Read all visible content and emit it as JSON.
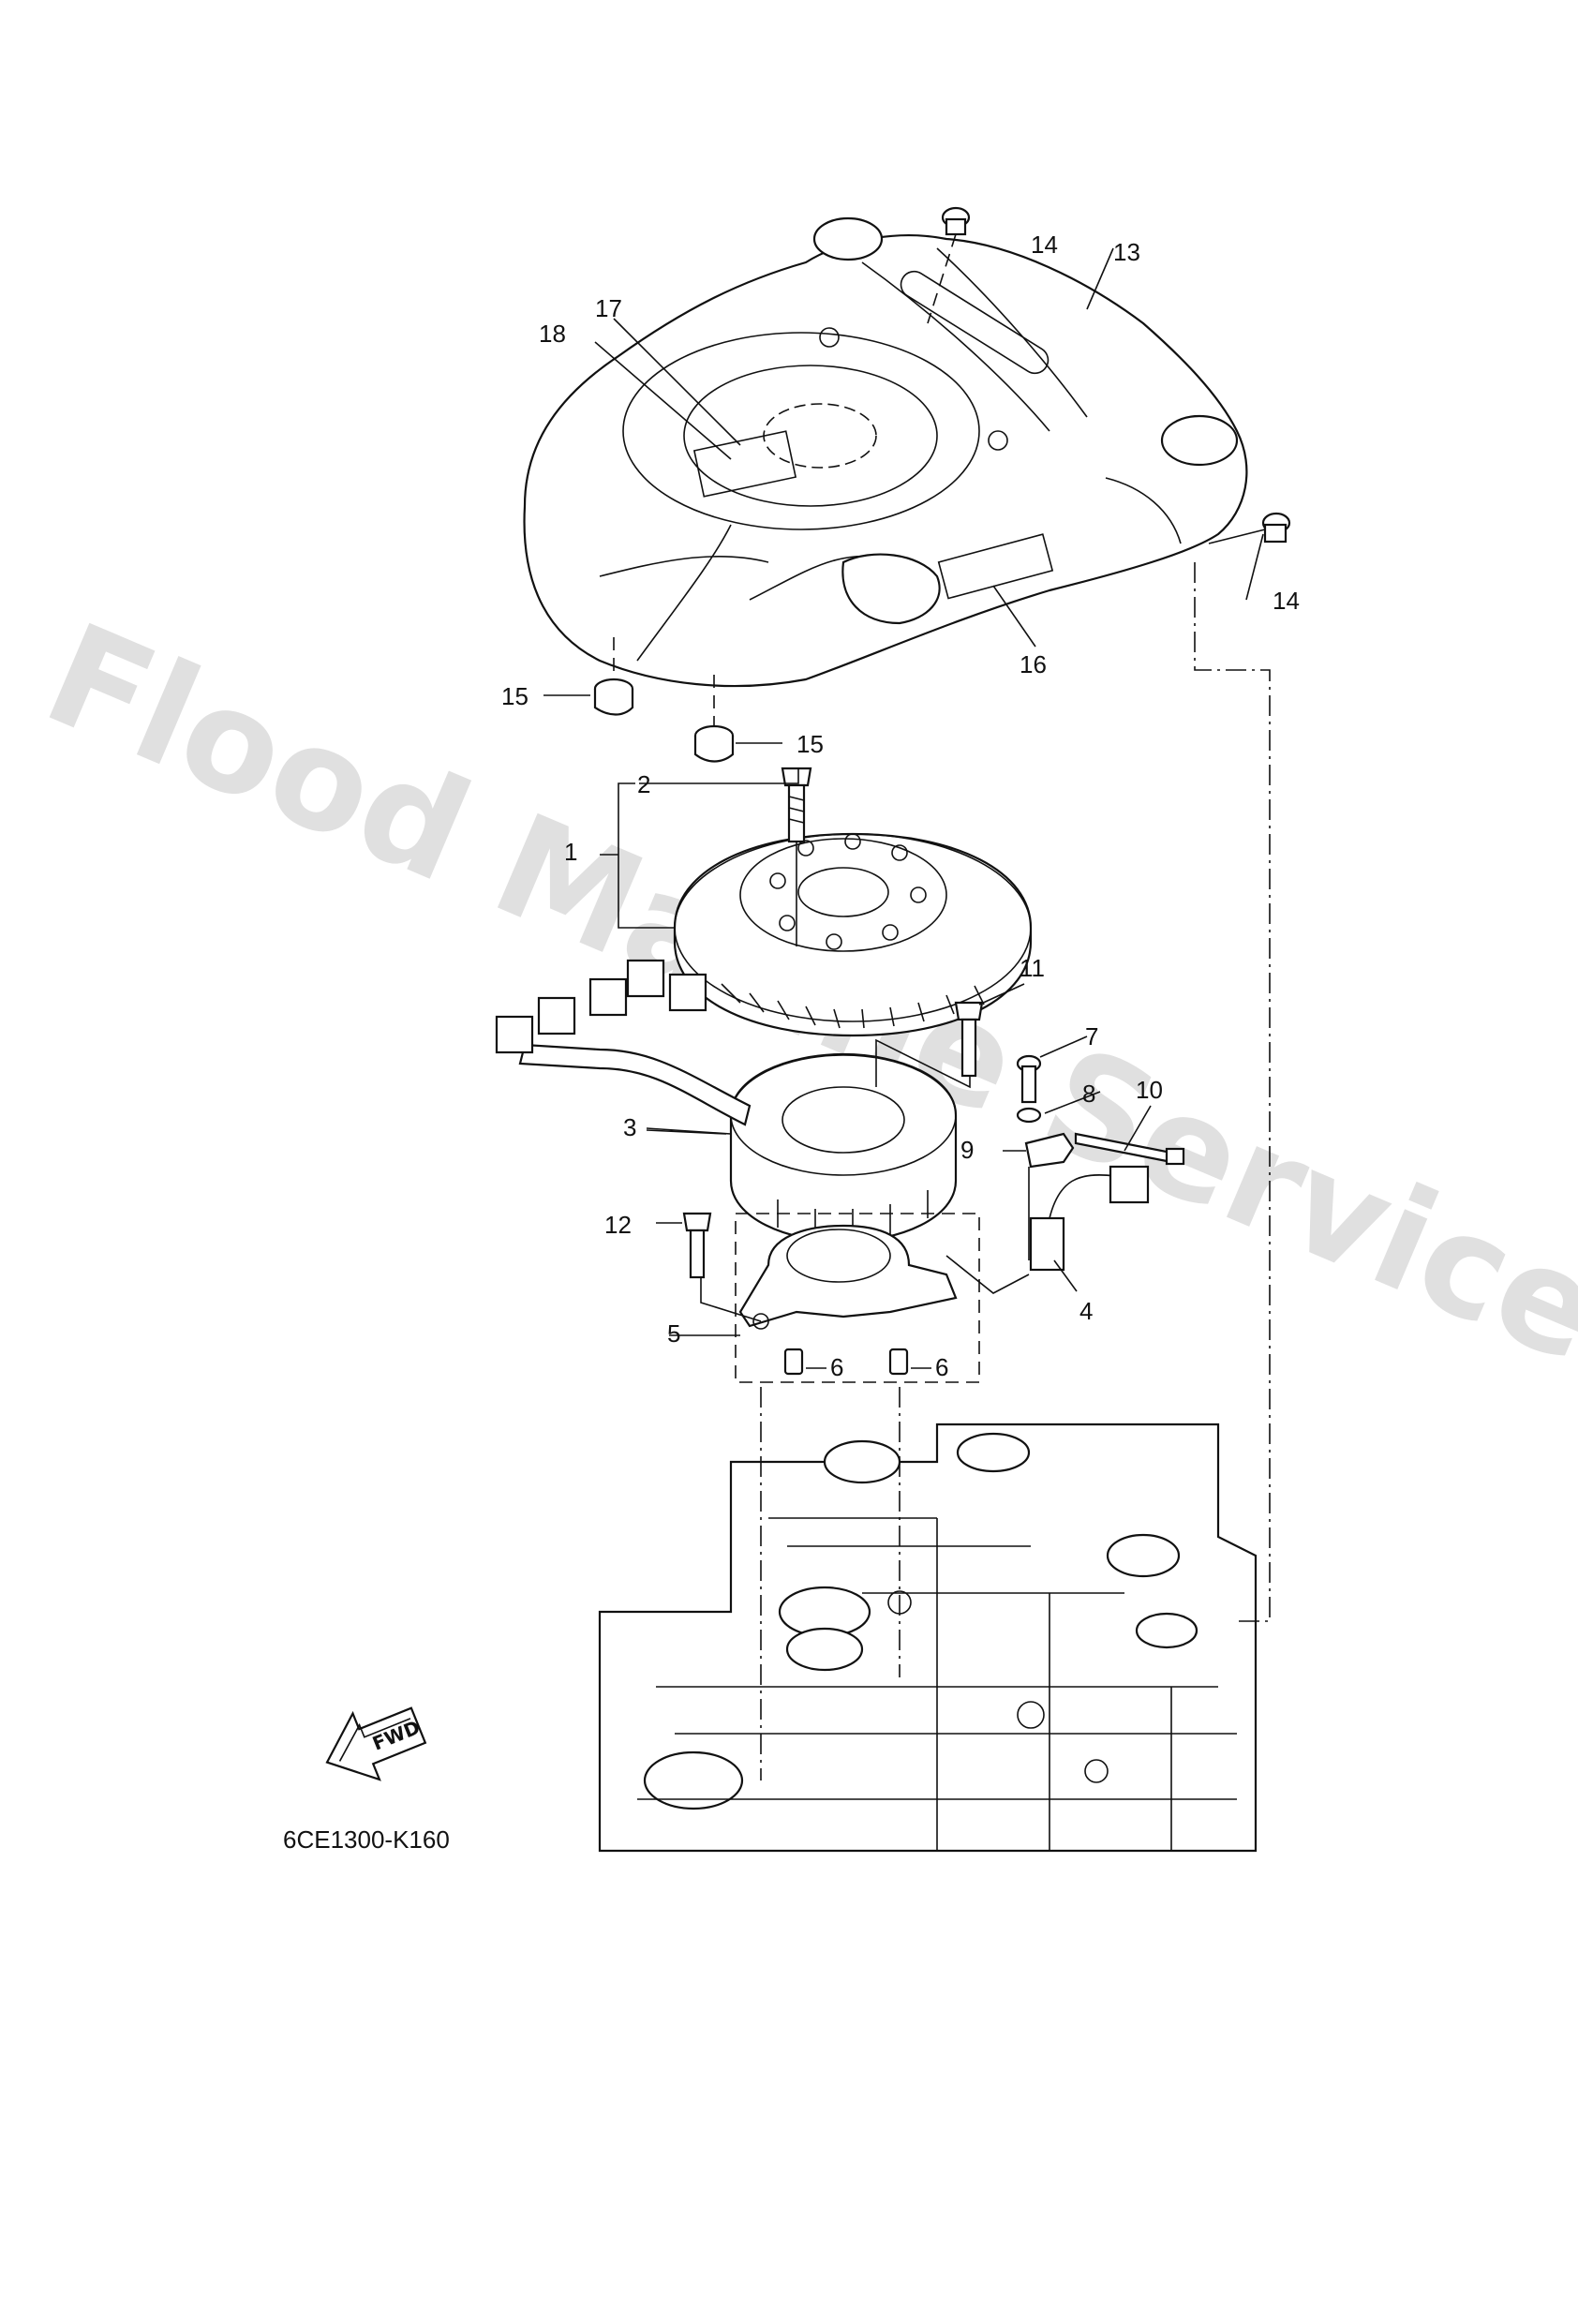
{
  "watermark": {
    "text": "Flood Marine Services",
    "color": "#d0d0d0"
  },
  "drawing_code": "6CE1300-K160",
  "direction_arrow": {
    "label": "FWD"
  },
  "callouts": [
    "1",
    "2",
    "3",
    "4",
    "5",
    "6",
    "6",
    "7",
    "8",
    "9",
    "10",
    "11",
    "12",
    "13",
    "14",
    "14",
    "15",
    "15",
    "16",
    "17",
    "18"
  ],
  "colors": {
    "ink": "#111111",
    "background": "#ffffff"
  }
}
